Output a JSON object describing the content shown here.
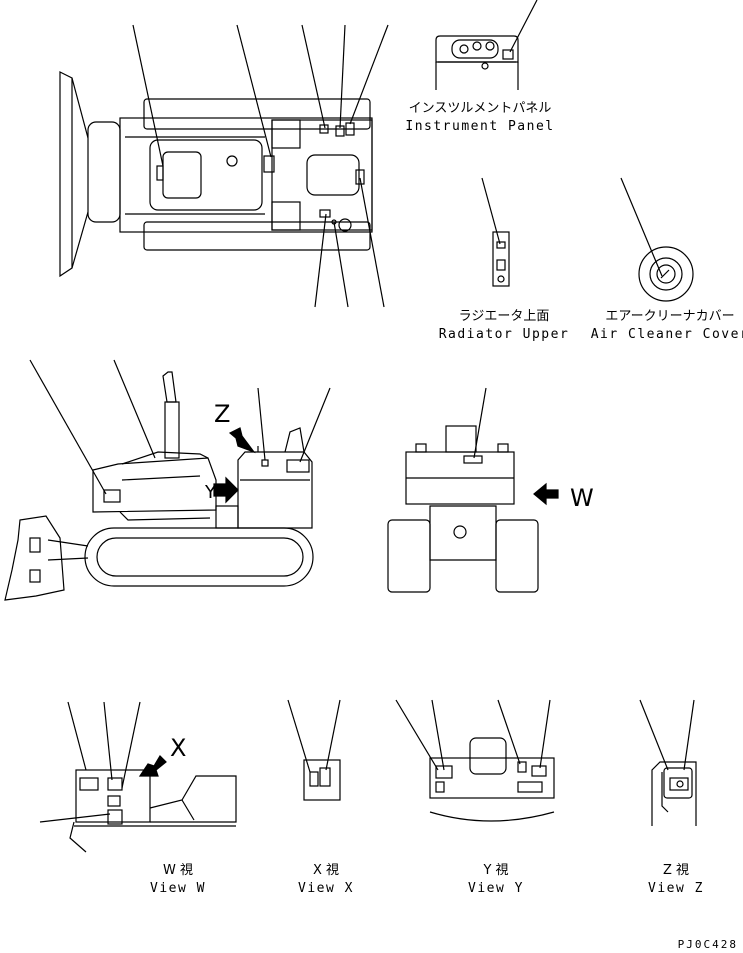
{
  "labels": {
    "instrument_panel_jp": "インスツルメントパネル",
    "instrument_panel_en": "Instrument Panel",
    "radiator_upper_jp": "ラジエータ上面",
    "radiator_upper_en": "Radiator Upper",
    "air_cleaner_jp": "エアークリーナカバー",
    "air_cleaner_en": "Air Cleaner Cover",
    "view_w_jp": "W 視",
    "view_w_en": "View W",
    "view_x_jp": "X 視",
    "view_x_en": "View X",
    "view_y_jp": "Y 視",
    "view_y_en": "View Y",
    "view_z_jp": "Z 視",
    "view_z_en": "View Z",
    "arrow_z": "Z",
    "arrow_y": "Y",
    "arrow_w": "W",
    "arrow_x": "X",
    "drawing_code": "PJ0C428"
  }
}
